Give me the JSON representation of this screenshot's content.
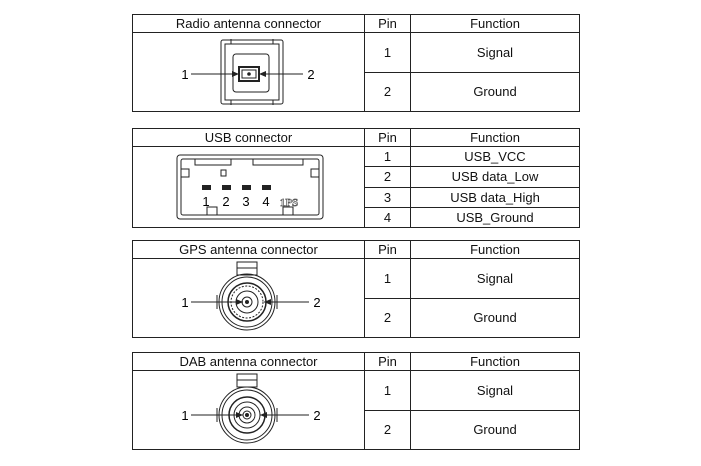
{
  "headers": {
    "pin": "Pin",
    "function": "Function"
  },
  "connectors": [
    {
      "title": "Radio antenna connector",
      "callouts": [
        "1",
        "2"
      ],
      "rows": [
        {
          "pin": "1",
          "function": "Signal"
        },
        {
          "pin": "2",
          "function": "Ground"
        }
      ]
    },
    {
      "title": "USB connector",
      "pin_marks": [
        "1",
        "2",
        "3",
        "4"
      ],
      "housing_mark": "1PS",
      "rows": [
        {
          "pin": "1",
          "function": "USB_VCC"
        },
        {
          "pin": "2",
          "function": "USB data_Low"
        },
        {
          "pin": "3",
          "function": "USB data_High"
        },
        {
          "pin": "4",
          "function": "USB_Ground"
        }
      ]
    },
    {
      "title": "GPS antenna connector",
      "callouts": [
        "1",
        "2"
      ],
      "rows": [
        {
          "pin": "1",
          "function": "Signal"
        },
        {
          "pin": "2",
          "function": "Ground"
        }
      ]
    },
    {
      "title": "DAB antenna connector",
      "callouts": [
        "1",
        "2"
      ],
      "rows": [
        {
          "pin": "1",
          "function": "Signal"
        },
        {
          "pin": "2",
          "function": "Ground"
        }
      ]
    }
  ]
}
